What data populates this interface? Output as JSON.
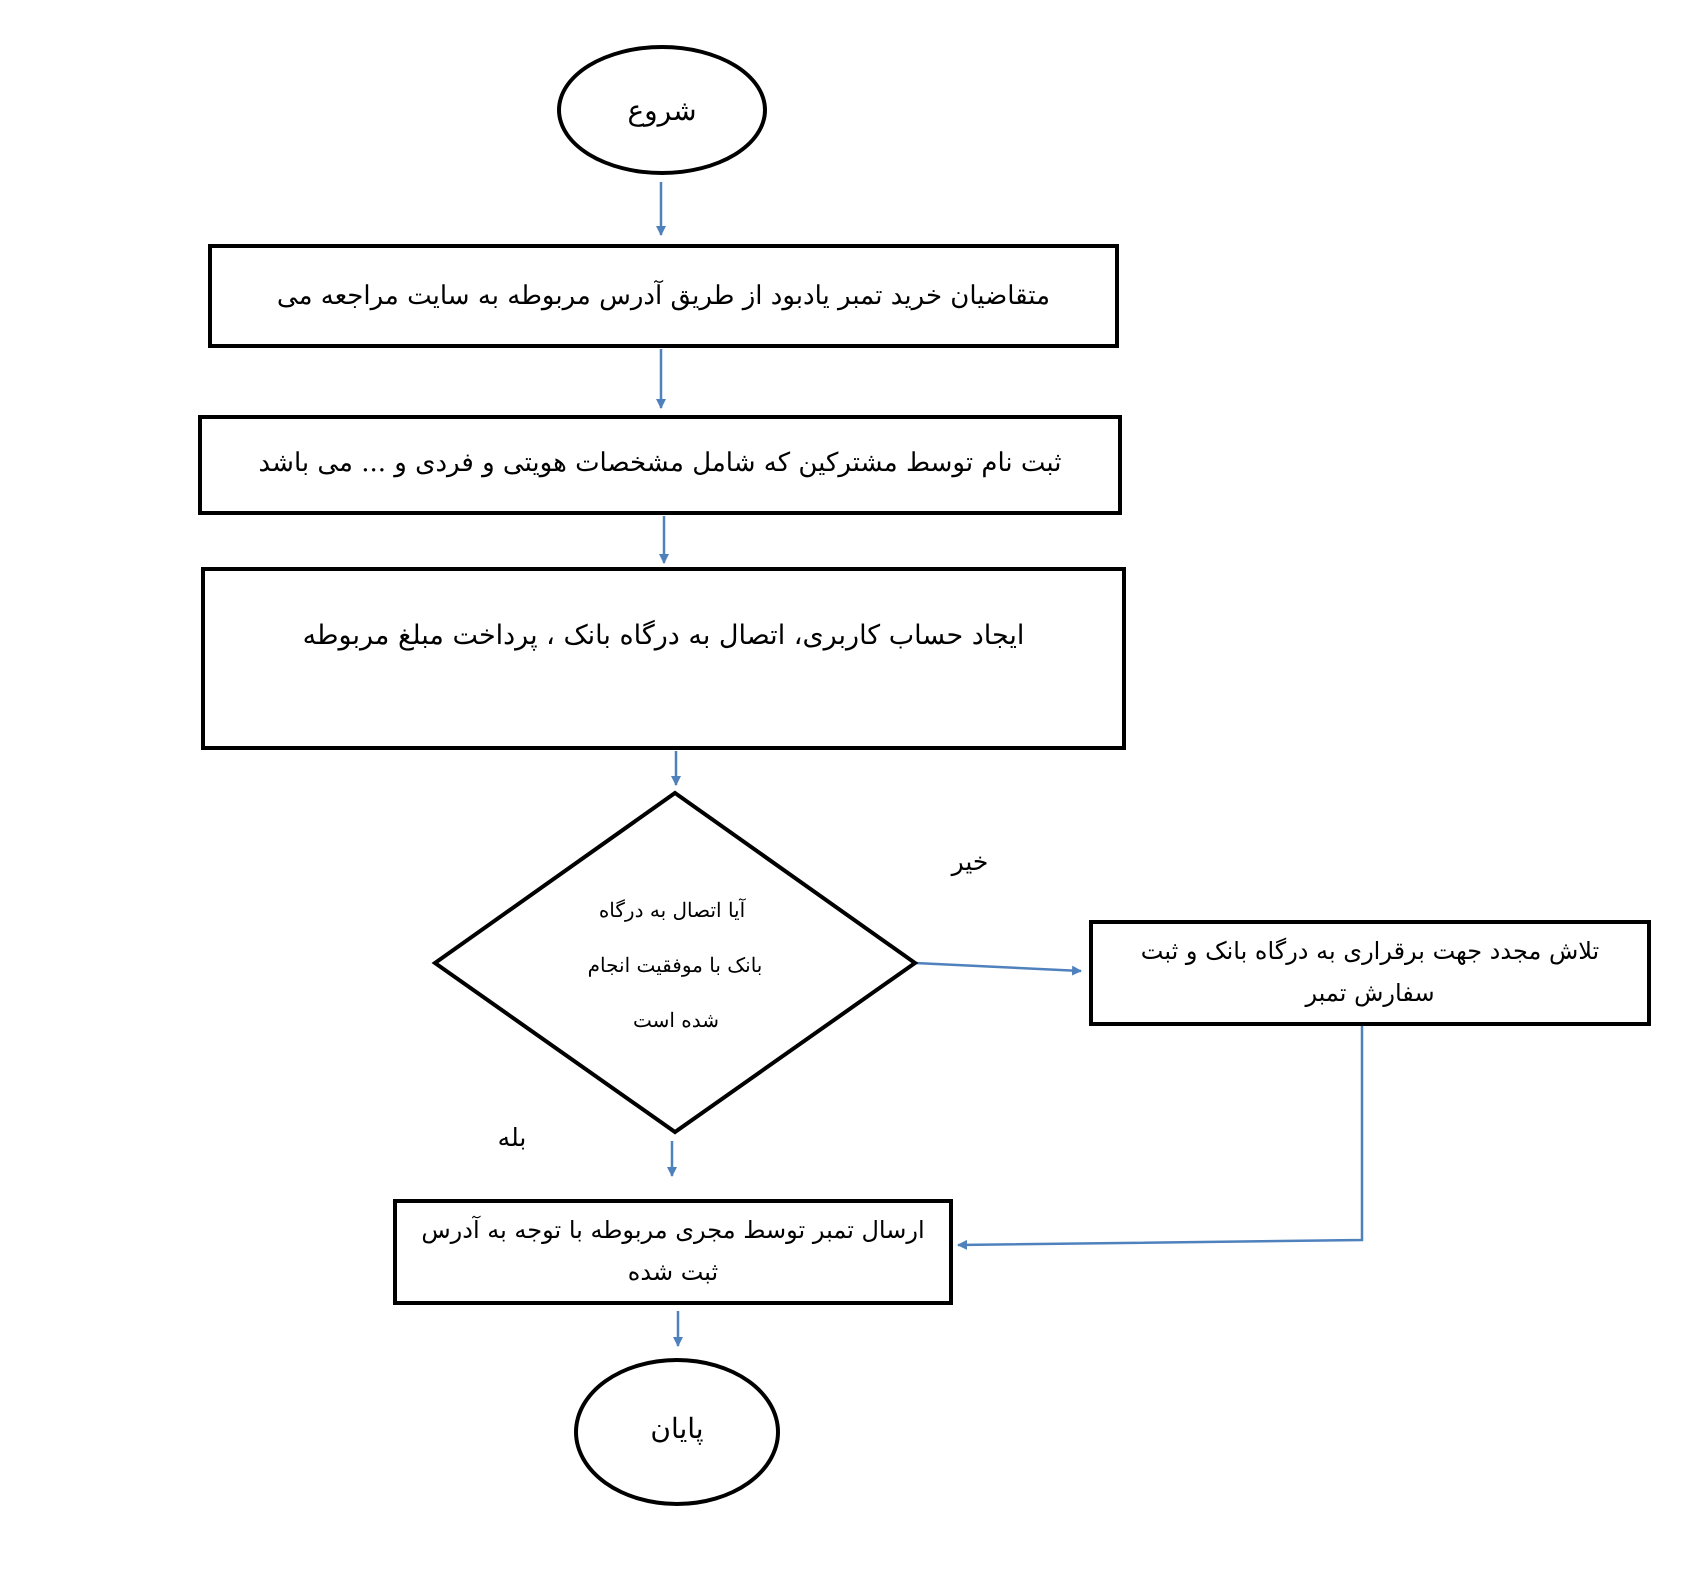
{
  "nodes": {
    "start": {
      "text": "شروع"
    },
    "step1": {
      "text": "متقاضیان خرید تمبر یادبود از طریق آدرس مربوطه به سایت مراجعه می"
    },
    "step2": {
      "text": "ثبت نام توسط مشترکین که شامل مشخصات هویتی و فردی و ... می باشد"
    },
    "step3": {
      "text": "ایجاد حساب کاربری، اتصال به درگاه بانک ، پرداخت مبلغ مربوطه"
    },
    "decision": {
      "line1": "آیا اتصال به درگاه",
      "line2": "بانک با موفقیت انجام",
      "line3": "شده است"
    },
    "retry": {
      "line1": "تلاش مجدد جهت برقراری به درگاه بانک و ثبت",
      "line2": "سفارش تمبر"
    },
    "send": {
      "line1": "ارسال تمبر توسط مجری مربوطه با توجه به آدرس",
      "line2": "ثبت شده"
    },
    "end": {
      "text": "پایان"
    }
  },
  "edge_labels": {
    "no": "خیر",
    "yes": "بله"
  },
  "colors": {
    "arrow": "#4f81bd",
    "stroke": "#000000"
  }
}
